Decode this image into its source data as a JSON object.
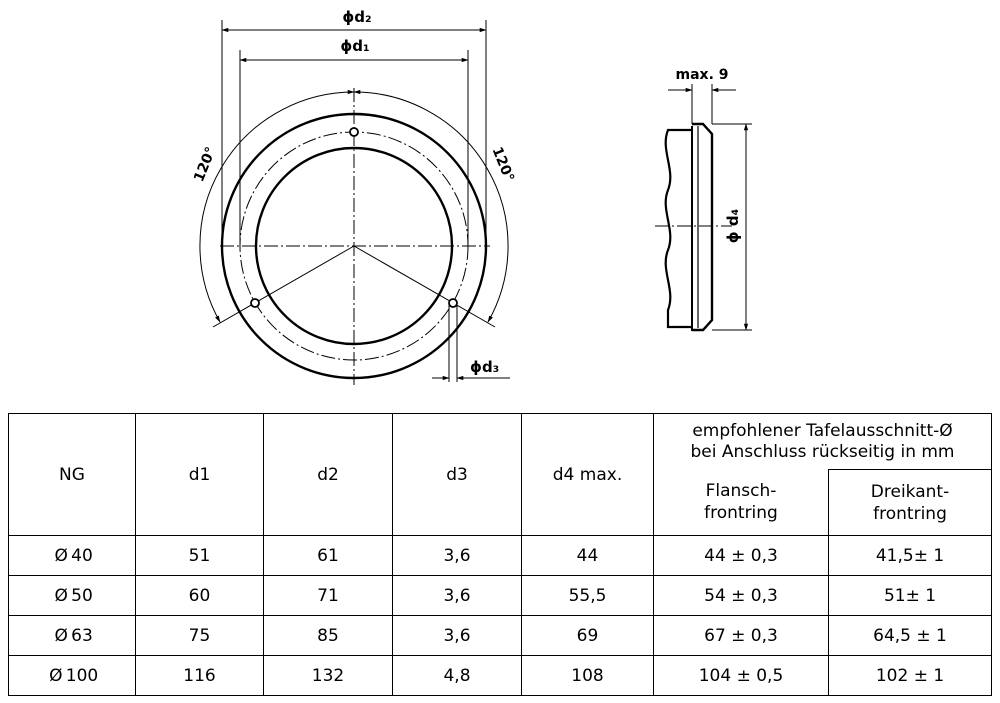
{
  "drawing": {
    "front_view": {
      "dim_d2": "ϕd₂",
      "dim_d1": "ϕd₁",
      "dim_d3": "ϕd₃",
      "angle_left": "120°",
      "angle_right": "120°"
    },
    "side_view": {
      "dim_width": "max. 9",
      "dim_d4": "ϕ d₄"
    }
  },
  "table": {
    "headers": {
      "ng": "NG",
      "d1": "d1",
      "d2": "d2",
      "d3": "d3",
      "d4": "d4 max.",
      "group_line1": "empfohlener Tafelausschnitt-Ø",
      "group_line2": "bei Anschluss rückseitig in mm",
      "flansch_line1": "Flansch-",
      "flansch_line2": "frontring",
      "dreikant_line1": "Dreikant-",
      "dreikant_line2": "frontring"
    },
    "rows": [
      {
        "ng_symbol": "Ø",
        "ng_value": "40",
        "d1": "51",
        "d2": "61",
        "d3": "3,6",
        "d4": "44",
        "flansch": "44 ± 0,3",
        "dreikant": "41,5± 1"
      },
      {
        "ng_symbol": "Ø",
        "ng_value": "50",
        "d1": "60",
        "d2": "71",
        "d3": "3,6",
        "d4": "55,5",
        "flansch": "54 ± 0,3",
        "dreikant": "51± 1"
      },
      {
        "ng_symbol": "Ø",
        "ng_value": "63",
        "d1": "75",
        "d2": "85",
        "d3": "3,6",
        "d4": "69",
        "flansch": "67 ± 0,3",
        "dreikant": "64,5 ± 1"
      },
      {
        "ng_symbol": "Ø",
        "ng_value": "100",
        "d1": "116",
        "d2": "132",
        "d3": "4,8",
        "d4": "108",
        "flansch": "104 ± 0,5",
        "dreikant": "102 ± 1"
      }
    ]
  }
}
